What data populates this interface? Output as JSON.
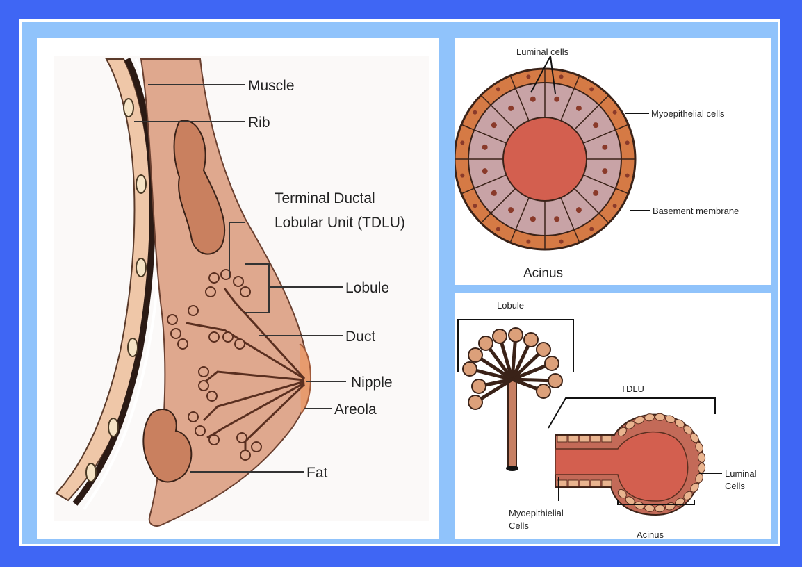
{
  "left_panel": {
    "labels": {
      "muscle": "Muscle",
      "rib": "Rib",
      "tdlu_line1": "Terminal Ductal",
      "tdlu_line2": "Lobular Unit (TDLU)",
      "lobule": "Lobule",
      "duct": "Duct",
      "nipple": "Nipple",
      "areola": "Areola",
      "fat": "Fat"
    }
  },
  "acinus_panel": {
    "labels": {
      "luminal": "Luminal cells",
      "myoepithelial": "Myoepithelial cells",
      "basement": "Basement membrane",
      "title": "Acinus"
    }
  },
  "tdlu_panel": {
    "labels": {
      "lobule": "Lobule",
      "tdlu": "TDLU",
      "luminal_line1": "Luminal",
      "luminal_line2": "Cells",
      "myo_line1": "Myoepithielial",
      "myo_line2": "Cells",
      "acinus": "Acinus"
    }
  },
  "colors": {
    "frame": "#3f66f4",
    "inner": "#90c3fb",
    "tissue": "#dfa88e",
    "skin": "#efc7a8",
    "duct": "#c67f63",
    "lumen": "#d35f4f",
    "myo": "#d57a45",
    "luminal_cell": "#c8a3a6"
  }
}
